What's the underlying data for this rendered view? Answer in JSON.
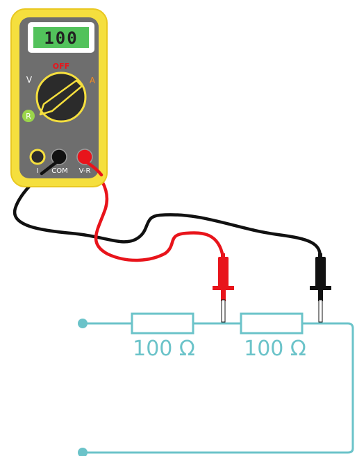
{
  "meter": {
    "display_value": "100",
    "dial_labels": {
      "off": "OFF",
      "voltage": "V",
      "current": "A",
      "resistance": "R"
    },
    "jack_labels": {
      "current": "I",
      "common": "COM",
      "volt_ohm": "V-R"
    }
  },
  "circuit": {
    "resistors": [
      {
        "label": "100 Ω"
      },
      {
        "label": "100 Ω"
      }
    ]
  },
  "colors": {
    "meter_body": "#f5df3e",
    "meter_panel": "#6e6e6e",
    "lcd_background": "#52c25b",
    "wire": "#6bc3c9",
    "probe_red": "#e8141b",
    "probe_black": "#111111"
  }
}
